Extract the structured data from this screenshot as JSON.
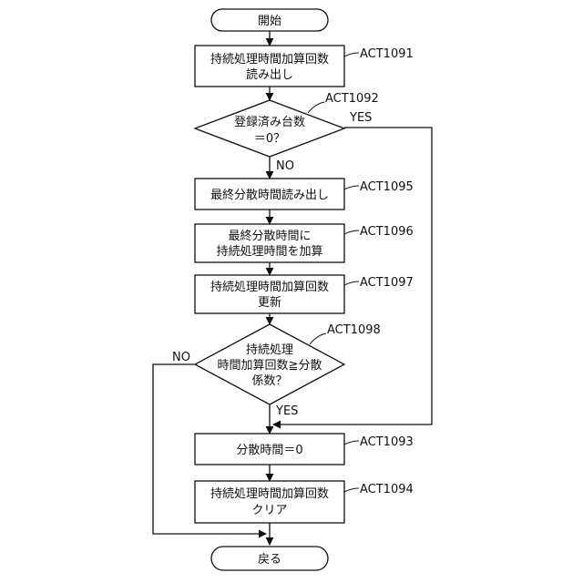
{
  "terminals": {
    "start": "開始",
    "end": "戻る"
  },
  "steps": {
    "act1091": {
      "id": "ACT1091",
      "lines": [
        "持続処理時間加算回数",
        "読み出し"
      ]
    },
    "act1092": {
      "id": "ACT1092",
      "lines": [
        "登録済み台数",
        "＝0？"
      ]
    },
    "act1095": {
      "id": "ACT1095",
      "lines": [
        "最終分散時間読み出し"
      ]
    },
    "act1096": {
      "id": "ACT1096",
      "lines": [
        "最終分散時間に",
        "持続処理時間を加算"
      ]
    },
    "act1097": {
      "id": "ACT1097",
      "lines": [
        "持続処理時間加算回数",
        "更新"
      ]
    },
    "act1098": {
      "id": "ACT1098",
      "lines": [
        "持続処理",
        "時間加算回数≧分散",
        "係数？"
      ]
    },
    "act1093": {
      "id": "ACT1093",
      "lines": [
        "分散時間＝0"
      ]
    },
    "act1094": {
      "id": "ACT1094",
      "lines": [
        "持続処理時間加算回数",
        "クリア"
      ]
    }
  },
  "branch_labels": {
    "act1092_yes": "YES",
    "act1092_no": "NO",
    "act1098_no": "NO",
    "act1098_yes": "YES"
  }
}
